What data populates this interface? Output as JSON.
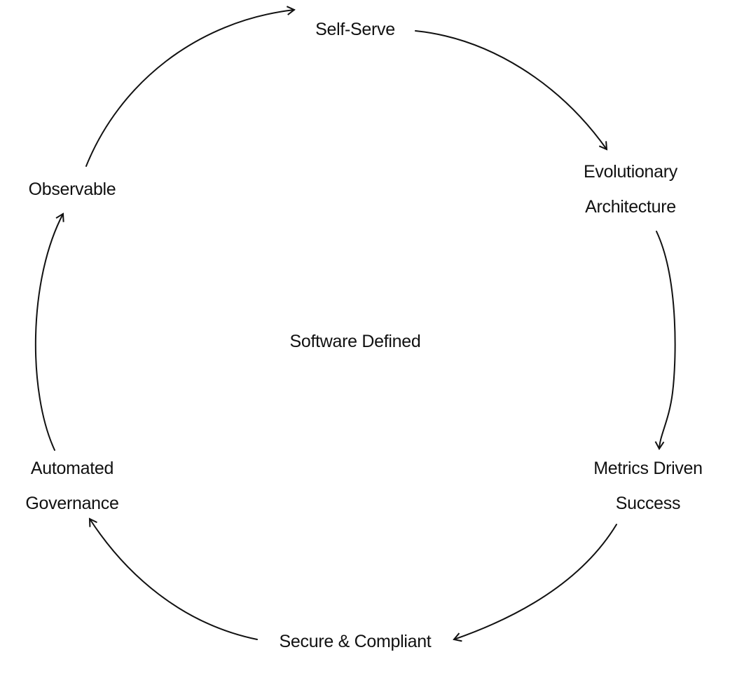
{
  "center": {
    "label": "Software Defined"
  },
  "nodes": [
    {
      "lines": [
        "Self-Serve"
      ]
    },
    {
      "lines": [
        "Evolutionary",
        "Architecture"
      ]
    },
    {
      "lines": [
        "Metrics Driven",
        "Success"
      ]
    },
    {
      "lines": [
        "Secure & Compliant"
      ]
    },
    {
      "lines": [
        "Automated",
        "Governance"
      ]
    },
    {
      "lines": [
        "Observable"
      ]
    }
  ],
  "colors": {
    "stroke": "#111111",
    "background": "#ffffff"
  }
}
